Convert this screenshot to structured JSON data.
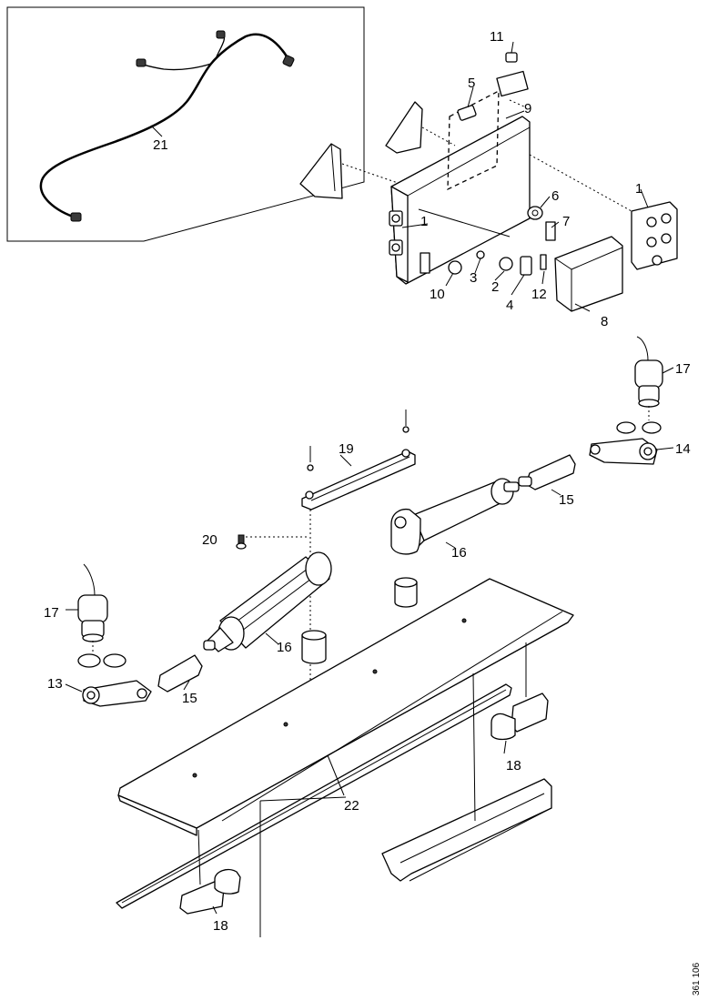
{
  "figure_id": "361 106",
  "callouts": [
    {
      "id": "c1a",
      "label": "1"
    },
    {
      "id": "c1b",
      "label": "1"
    },
    {
      "id": "c2",
      "label": "2"
    },
    {
      "id": "c3",
      "label": "3"
    },
    {
      "id": "c4",
      "label": "4"
    },
    {
      "id": "c5",
      "label": "5"
    },
    {
      "id": "c6",
      "label": "6"
    },
    {
      "id": "c7",
      "label": "7"
    },
    {
      "id": "c8",
      "label": "8"
    },
    {
      "id": "c9",
      "label": "9"
    },
    {
      "id": "c10",
      "label": "10"
    },
    {
      "id": "c11",
      "label": "11"
    },
    {
      "id": "c12",
      "label": "12"
    },
    {
      "id": "c13",
      "label": "13"
    },
    {
      "id": "c14",
      "label": "14"
    },
    {
      "id": "c15a",
      "label": "15"
    },
    {
      "id": "c15b",
      "label": "15"
    },
    {
      "id": "c16a",
      "label": "16"
    },
    {
      "id": "c16b",
      "label": "16"
    },
    {
      "id": "c17a",
      "label": "17"
    },
    {
      "id": "c17b",
      "label": "17"
    },
    {
      "id": "c18a",
      "label": "18"
    },
    {
      "id": "c18b",
      "label": "18"
    },
    {
      "id": "c19",
      "label": "19"
    },
    {
      "id": "c20",
      "label": "20"
    },
    {
      "id": "c21",
      "label": "21"
    },
    {
      "id": "c22",
      "label": "22"
    }
  ]
}
